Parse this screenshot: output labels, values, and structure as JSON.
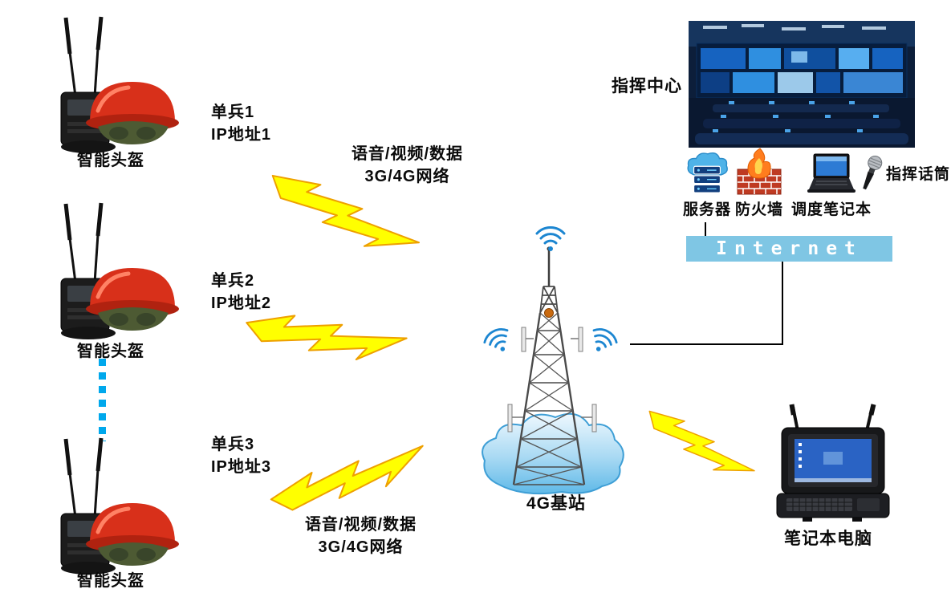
{
  "left_column": {
    "helmets": [
      {
        "label": "智能头盔"
      },
      {
        "label": "智能头盔"
      },
      {
        "label": "智能头盔"
      }
    ],
    "units": [
      {
        "name": "单兵1",
        "ip": "IP地址1"
      },
      {
        "name": "单兵2",
        "ip": "IP地址2"
      },
      {
        "name": "单兵3",
        "ip": "IP地址3"
      }
    ]
  },
  "links": {
    "top": {
      "line1": "语音/视频/数据",
      "line2": "3G/4G网络"
    },
    "bottom": {
      "line1": "语音/视频/数据",
      "line2": "3G/4G网络"
    }
  },
  "center": {
    "base_station_label": "4G基站"
  },
  "right": {
    "command_center_label": "指挥中心",
    "server_label": "服务器",
    "firewall_label": "防火墙",
    "dispatch_laptop_label": "调度笔记本",
    "mic_label": "指挥话筒",
    "internet_label": "Internet",
    "field_laptop_label": "笔记本电脑"
  },
  "colors": {
    "lightning_fill": "#ffff00",
    "lightning_stroke": "#eea000",
    "internet_bar": "#7fc6e4",
    "dotted_line": "#00a8ec",
    "wifi_blue": "#1c86d1",
    "cloud_blue": "#6cc0ec",
    "helmet_red": "#d8301a",
    "firewall_red": "#bf3a22",
    "flame_orange": "#ff7d1e"
  }
}
